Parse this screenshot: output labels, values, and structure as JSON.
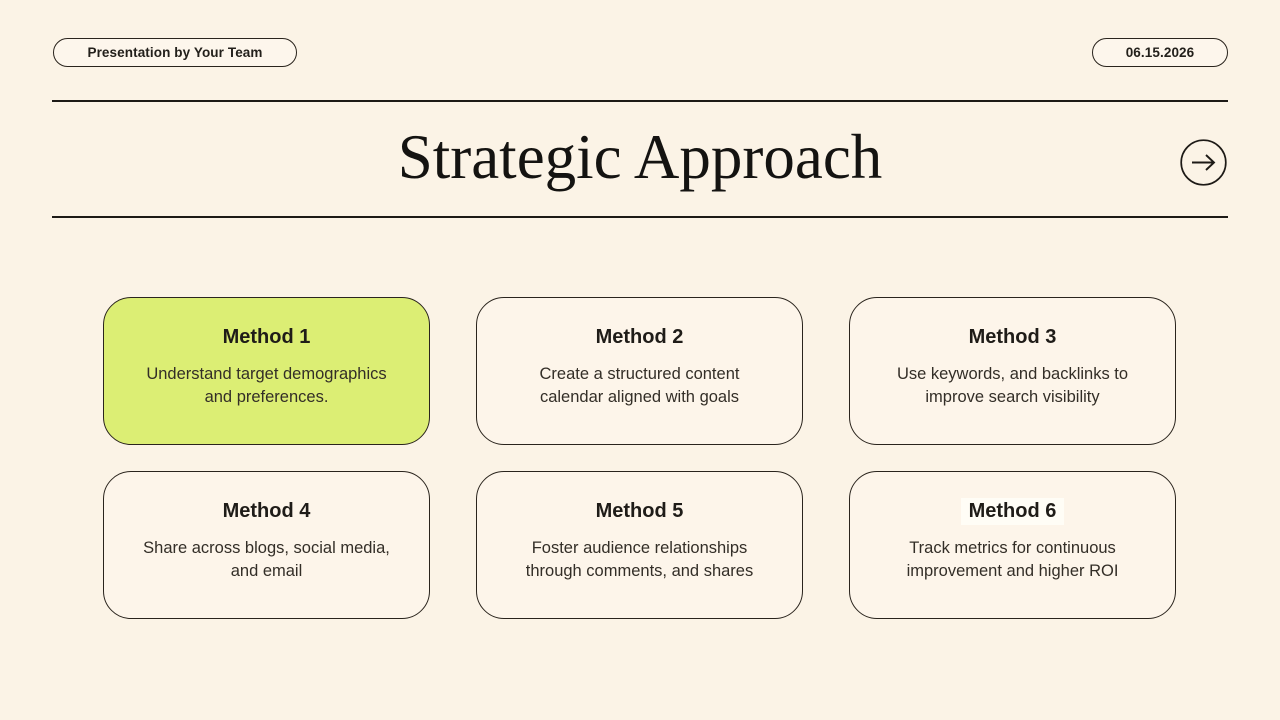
{
  "page": {
    "background_color": "#fbf3e6",
    "border_color": "#2a241d",
    "accent_lime": "#dcee74"
  },
  "header": {
    "team_badge": "Presentation by Your Team",
    "date_badge": "06.15.2026"
  },
  "title_bar": {
    "title": "Strategic Approach",
    "arrow_icon": "arrow-right-circle"
  },
  "cards": [
    {
      "title": "Method 1",
      "description": "Understand target demographics and preferences.",
      "highlighted": true
    },
    {
      "title": "Method 2",
      "description": "Create a structured content calendar aligned with goals",
      "highlighted": false
    },
    {
      "title": "Method 3",
      "description": "Use keywords, and backlinks to improve search visibility",
      "highlighted": false
    },
    {
      "title": "Method 4",
      "description": "Share across blogs, social media, and email",
      "highlighted": false
    },
    {
      "title": "Method 5",
      "description": "Foster audience relationships through comments, and shares",
      "highlighted": false
    },
    {
      "title": "Method 6",
      "description": "Track metrics for continuous improvement and higher ROI",
      "highlighted": false
    }
  ]
}
